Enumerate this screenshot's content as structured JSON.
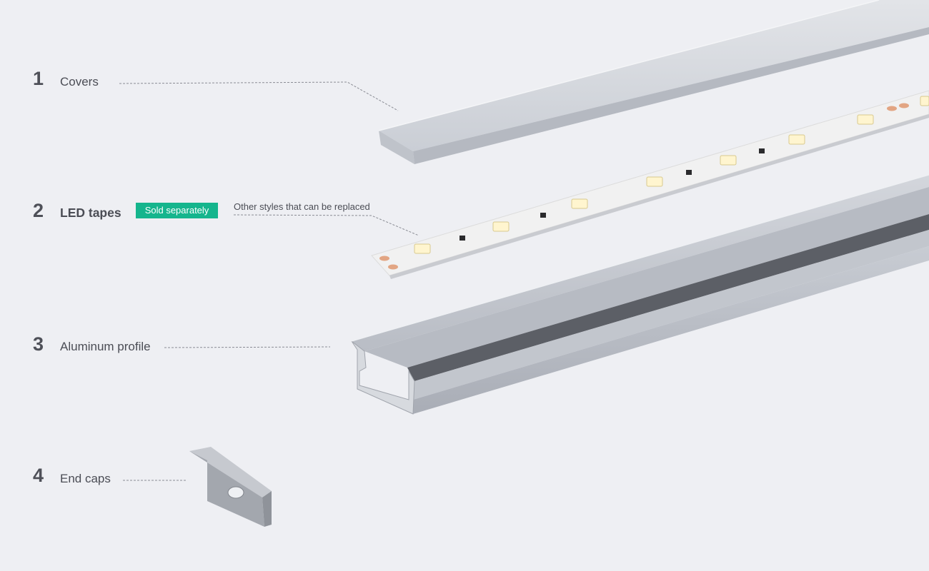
{
  "items": [
    {
      "number": "1",
      "label": "Covers"
    },
    {
      "number": "2",
      "label": "LED tapes",
      "badge": "Sold separately",
      "note": "Other styles that can be replaced"
    },
    {
      "number": "3",
      "label": "Aluminum profile"
    },
    {
      "number": "4",
      "label": "End caps"
    }
  ],
  "colors": {
    "background": "#eeeff3",
    "badge": "#15b58d",
    "text": "#4b4d55",
    "leader": "#8a8c94",
    "aluminum": "#c5c9d1"
  }
}
